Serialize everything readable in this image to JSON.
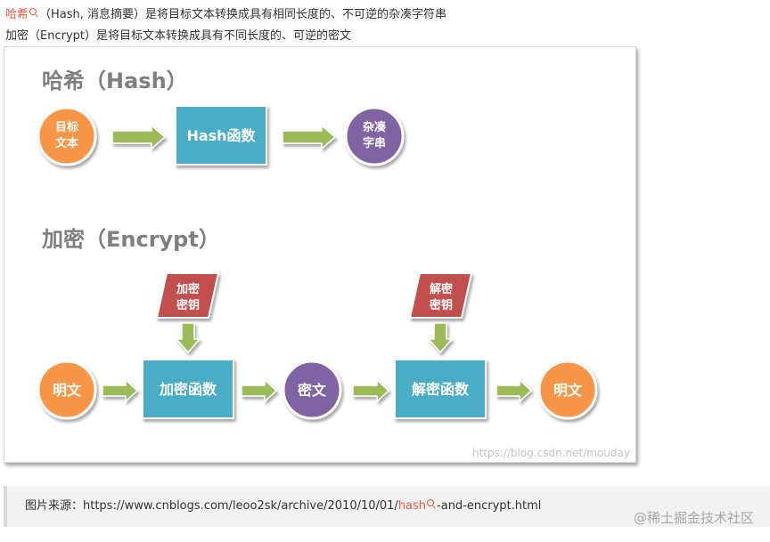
{
  "intro": {
    "hash_term": "哈希",
    "hash_rest": "（Hash, 消息摘要）是将目标文本转换成具有相同长度的、不可逆的杂凑字符串",
    "encrypt_line": "加密（Encrypt）是将目标文本转换成具有不同长度的、可逆的密文"
  },
  "diagram": {
    "hash_section": {
      "title": "哈希（Hash）",
      "input": [
        "目标",
        "文本"
      ],
      "function": "Hash函数",
      "output": [
        "杂凑",
        "字串"
      ]
    },
    "encrypt_section": {
      "title": "加密（Encrypt）",
      "plaintext_in": "明文",
      "encrypt_key": [
        "加密",
        "密钥"
      ],
      "encrypt_function": "加密函数",
      "ciphertext": "密文",
      "decrypt_key": [
        "解密",
        "密钥"
      ],
      "decrypt_function": "解密函数",
      "plaintext_out": "明文"
    },
    "watermark": "https://blog.csdn.net/mouday"
  },
  "source": {
    "prefix": "图片来源：https://www.cnblogs.com/leoo2sk/archive/2010/10/01/",
    "link_term": "hash",
    "suffix": "-and-encrypt.html"
  },
  "site_watermark": "@稀土掘金技术社区",
  "colors": {
    "orange": "#f79646",
    "teal": "#4bacc6",
    "purple": "#8064a2",
    "red": "#c0504d",
    "green": "#9bbb59",
    "link": "#f0573d"
  }
}
